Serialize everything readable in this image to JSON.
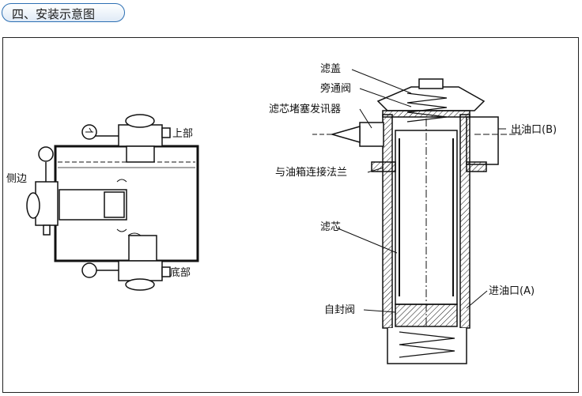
{
  "header": {
    "title": "四、安装示意图"
  },
  "colors": {
    "accent": "#2c6fb3",
    "line": "#111111"
  },
  "left_diagram": {
    "labels": {
      "top": "上部",
      "side": "侧边",
      "bottom": "底部"
    }
  },
  "right_diagram": {
    "labels": {
      "filter_cover": "滤盖",
      "bypass_valve": "旁通阀",
      "clog_indicator": "滤芯堵塞发讯器",
      "tank_flange": "与油箱连接法兰",
      "filter_element": "滤芯",
      "self_seal_valve": "自封阀",
      "outlet": "出油口(B)",
      "inlet": "进油口(A)"
    }
  }
}
